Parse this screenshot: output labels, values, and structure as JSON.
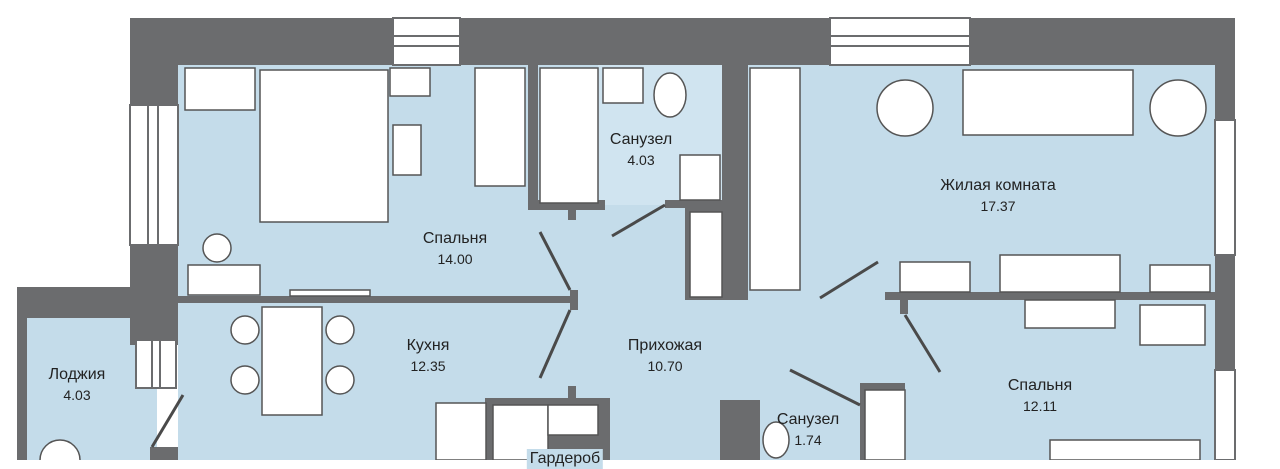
{
  "colors": {
    "floor": "#c4dcea",
    "wall": "#6b6c6e",
    "furniture": "#ffffff",
    "line": "#4a4a4a"
  },
  "rooms": [
    {
      "name": "Спальня",
      "area": "14.00"
    },
    {
      "name": "Санузел",
      "area": "4.03"
    },
    {
      "name": "Жилая комната",
      "area": "17.37"
    },
    {
      "name": "Кухня",
      "area": "12.35"
    },
    {
      "name": "Прихожая",
      "area": "10.70"
    },
    {
      "name": "Спальня",
      "area": "12.11"
    },
    {
      "name": "Лоджия",
      "area": "4.03"
    },
    {
      "name": "Санузел",
      "area": "1.74"
    },
    {
      "name": "Гардероб",
      "area": ""
    }
  ]
}
